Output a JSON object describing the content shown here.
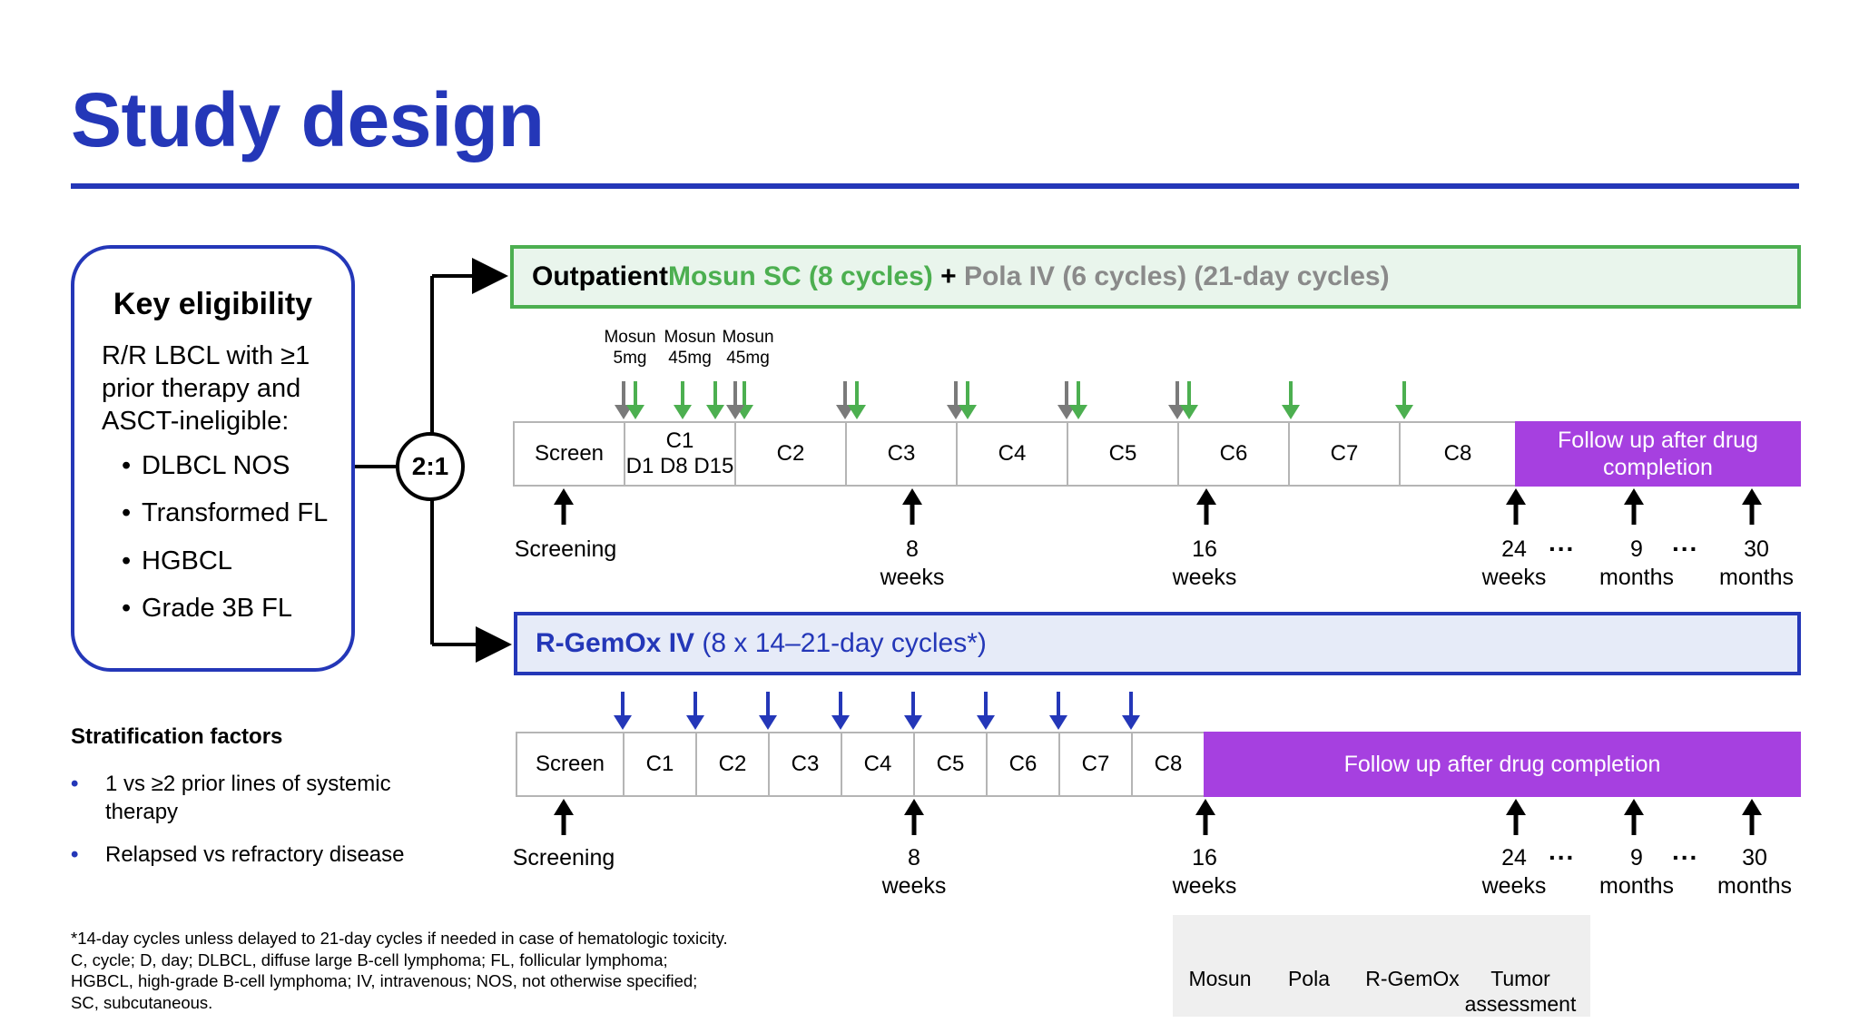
{
  "title": "Study design",
  "eligibility": {
    "heading": "Key eligibility",
    "text": "R/R LBCL with ≥1 prior therapy and ASCT-ineligible:",
    "items": [
      "DLBCL NOS",
      "Transformed FL",
      "HGBCL",
      "Grade 3B FL"
    ],
    "bullet": "•"
  },
  "randomization": "2:1",
  "arm1": {
    "part_outpatient": "Outpatient ",
    "part_mosun": "Mosun SC (8 cycles)",
    "part_plus": " + ",
    "part_pola": "Pola IV (6 cycles) (21-day cycles)",
    "dose_labels": [
      {
        "top": "Mosun",
        "bottom": "5mg"
      },
      {
        "top": "Mosun",
        "bottom": "45mg"
      },
      {
        "top": "Mosun",
        "bottom": "45mg"
      }
    ],
    "cells": [
      "Screen",
      "C1",
      "D1 D8 D15",
      "C2",
      "C3",
      "C4",
      "C5",
      "C6",
      "C7",
      "C8"
    ],
    "follow_up": "Follow up after drug completion",
    "screening": "Screening",
    "t8": {
      "num": "8",
      "unit": "weeks"
    },
    "t16": {
      "num": "16",
      "unit": "weeks"
    },
    "t24": {
      "num": "24",
      "unit": "weeks"
    },
    "t9": {
      "num": "9",
      "unit": "months"
    },
    "t30": {
      "num": "30",
      "unit": "months"
    },
    "ellipsis": "..."
  },
  "arm2": {
    "part_bold": "R-GemOx IV",
    "part_rest": " (8 x 14–21-day cycles*)",
    "cells": [
      "Screen",
      "C1",
      "C2",
      "C3",
      "C4",
      "C5",
      "C6",
      "C7",
      "C8"
    ],
    "follow_up": "Follow up after drug completion",
    "screening": "Screening",
    "t8": {
      "num": "8",
      "unit": "weeks"
    },
    "t16": {
      "num": "16",
      "unit": "weeks"
    },
    "t24": {
      "num": "24",
      "unit": "weeks"
    },
    "t9": {
      "num": "9",
      "unit": "months"
    },
    "t30": {
      "num": "30",
      "unit": "months"
    },
    "ellipsis": "..."
  },
  "stratification": {
    "heading": "Stratification factors",
    "items": [
      "1 vs ≥2 prior lines of systemic therapy",
      "Relapsed vs refractory disease"
    ],
    "bullet": "•"
  },
  "footnote": [
    "*14-day cycles unless delayed to 21-day cycles if needed in case of hematologic toxicity.",
    "C, cycle; D, day; DLBCL, diffuse large B-cell lymphoma; FL, follicular lymphoma;",
    "HGBCL, high-grade B-cell lymphoma; IV, intravenous; NOS, not otherwise specified;",
    "SC, subcutaneous."
  ],
  "legend": {
    "mosun": "Mosun",
    "pola": "Pola",
    "rgemox": "R-GemOx",
    "tumor": "Tumor assessment"
  },
  "colors": {
    "blue": "#2437B8",
    "green": "#4CAF50",
    "gray": "#7A7A7A",
    "purple": "#A640E0",
    "black": "#000000",
    "green_bg": "#E9F5EC",
    "blue_bg": "#E6EBF8"
  }
}
